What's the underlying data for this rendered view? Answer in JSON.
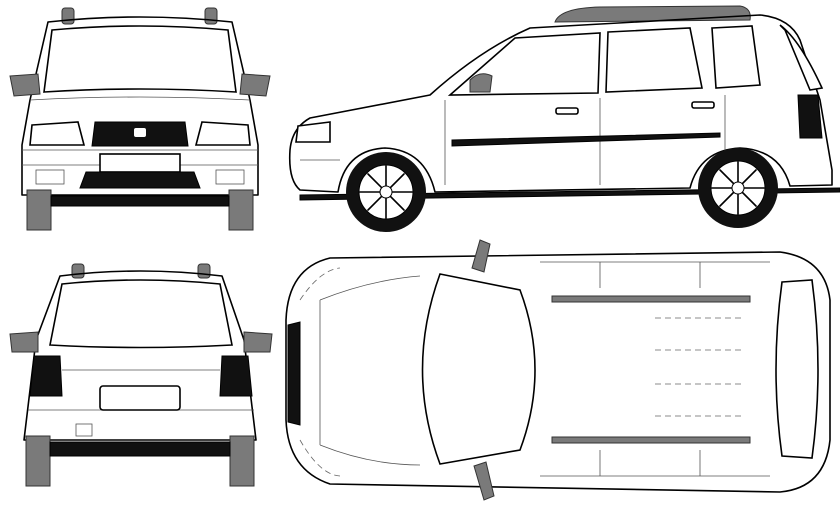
{
  "colors": {
    "line": "#000000",
    "tire": "#7a7a7a",
    "trim": "#111111",
    "background": "#ffffff"
  },
  "views": [
    "front",
    "side",
    "rear",
    "top"
  ]
}
